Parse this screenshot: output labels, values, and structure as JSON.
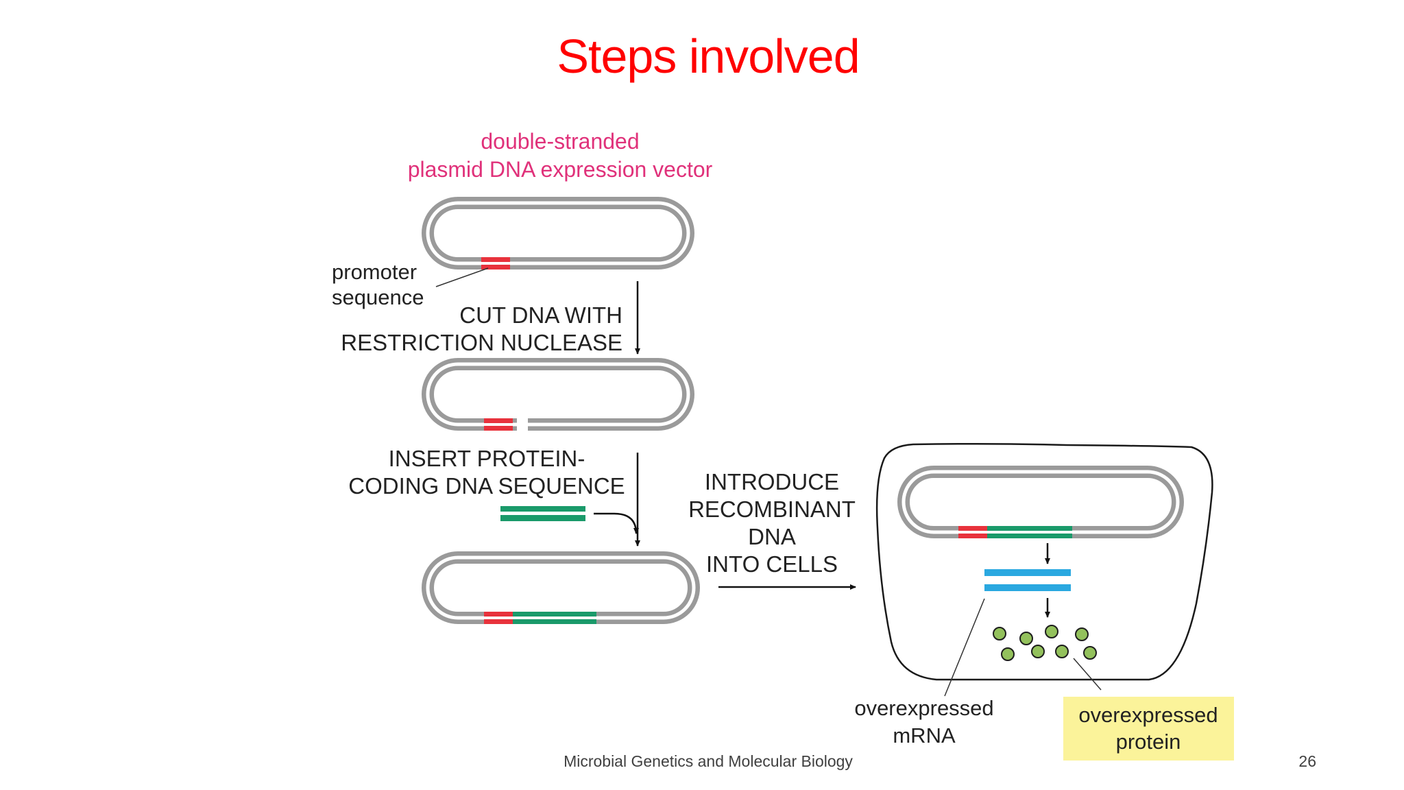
{
  "slide": {
    "title": "Steps involved",
    "footer": "Microbial Genetics and Molecular Biology",
    "page_number": "26"
  },
  "diagram": {
    "vector_label_line1": "double-stranded",
    "vector_label_line2": "plasmid DNA expression vector",
    "promoter_label_line1": "promoter",
    "promoter_label_line2": "sequence",
    "step1_line1": "CUT DNA WITH",
    "step1_line2": "RESTRICTION NUCLEASE",
    "step2_line1": "INSERT PROTEIN-",
    "step2_line2": "CODING DNA SEQUENCE",
    "step3_line1": "INTRODUCE",
    "step3_line2": "RECOMBINANT",
    "step3_line3": "DNA",
    "step3_line4": "INTO CELLS",
    "mrna_label_line1": "overexpressed",
    "mrna_label_line2": "mRNA",
    "protein_label_line1": "overexpressed",
    "protein_label_line2": "protein"
  },
  "colors": {
    "title": "#ff0000",
    "promoter": "#e8323c",
    "coding_sequence": "#1a9a6a",
    "mrna": "#2aa8e0",
    "protein": "#93c15c",
    "protein_label_bg": "#fbf39a",
    "dna_strand": "#9a9a9a",
    "vector_label": "#e0317a"
  }
}
